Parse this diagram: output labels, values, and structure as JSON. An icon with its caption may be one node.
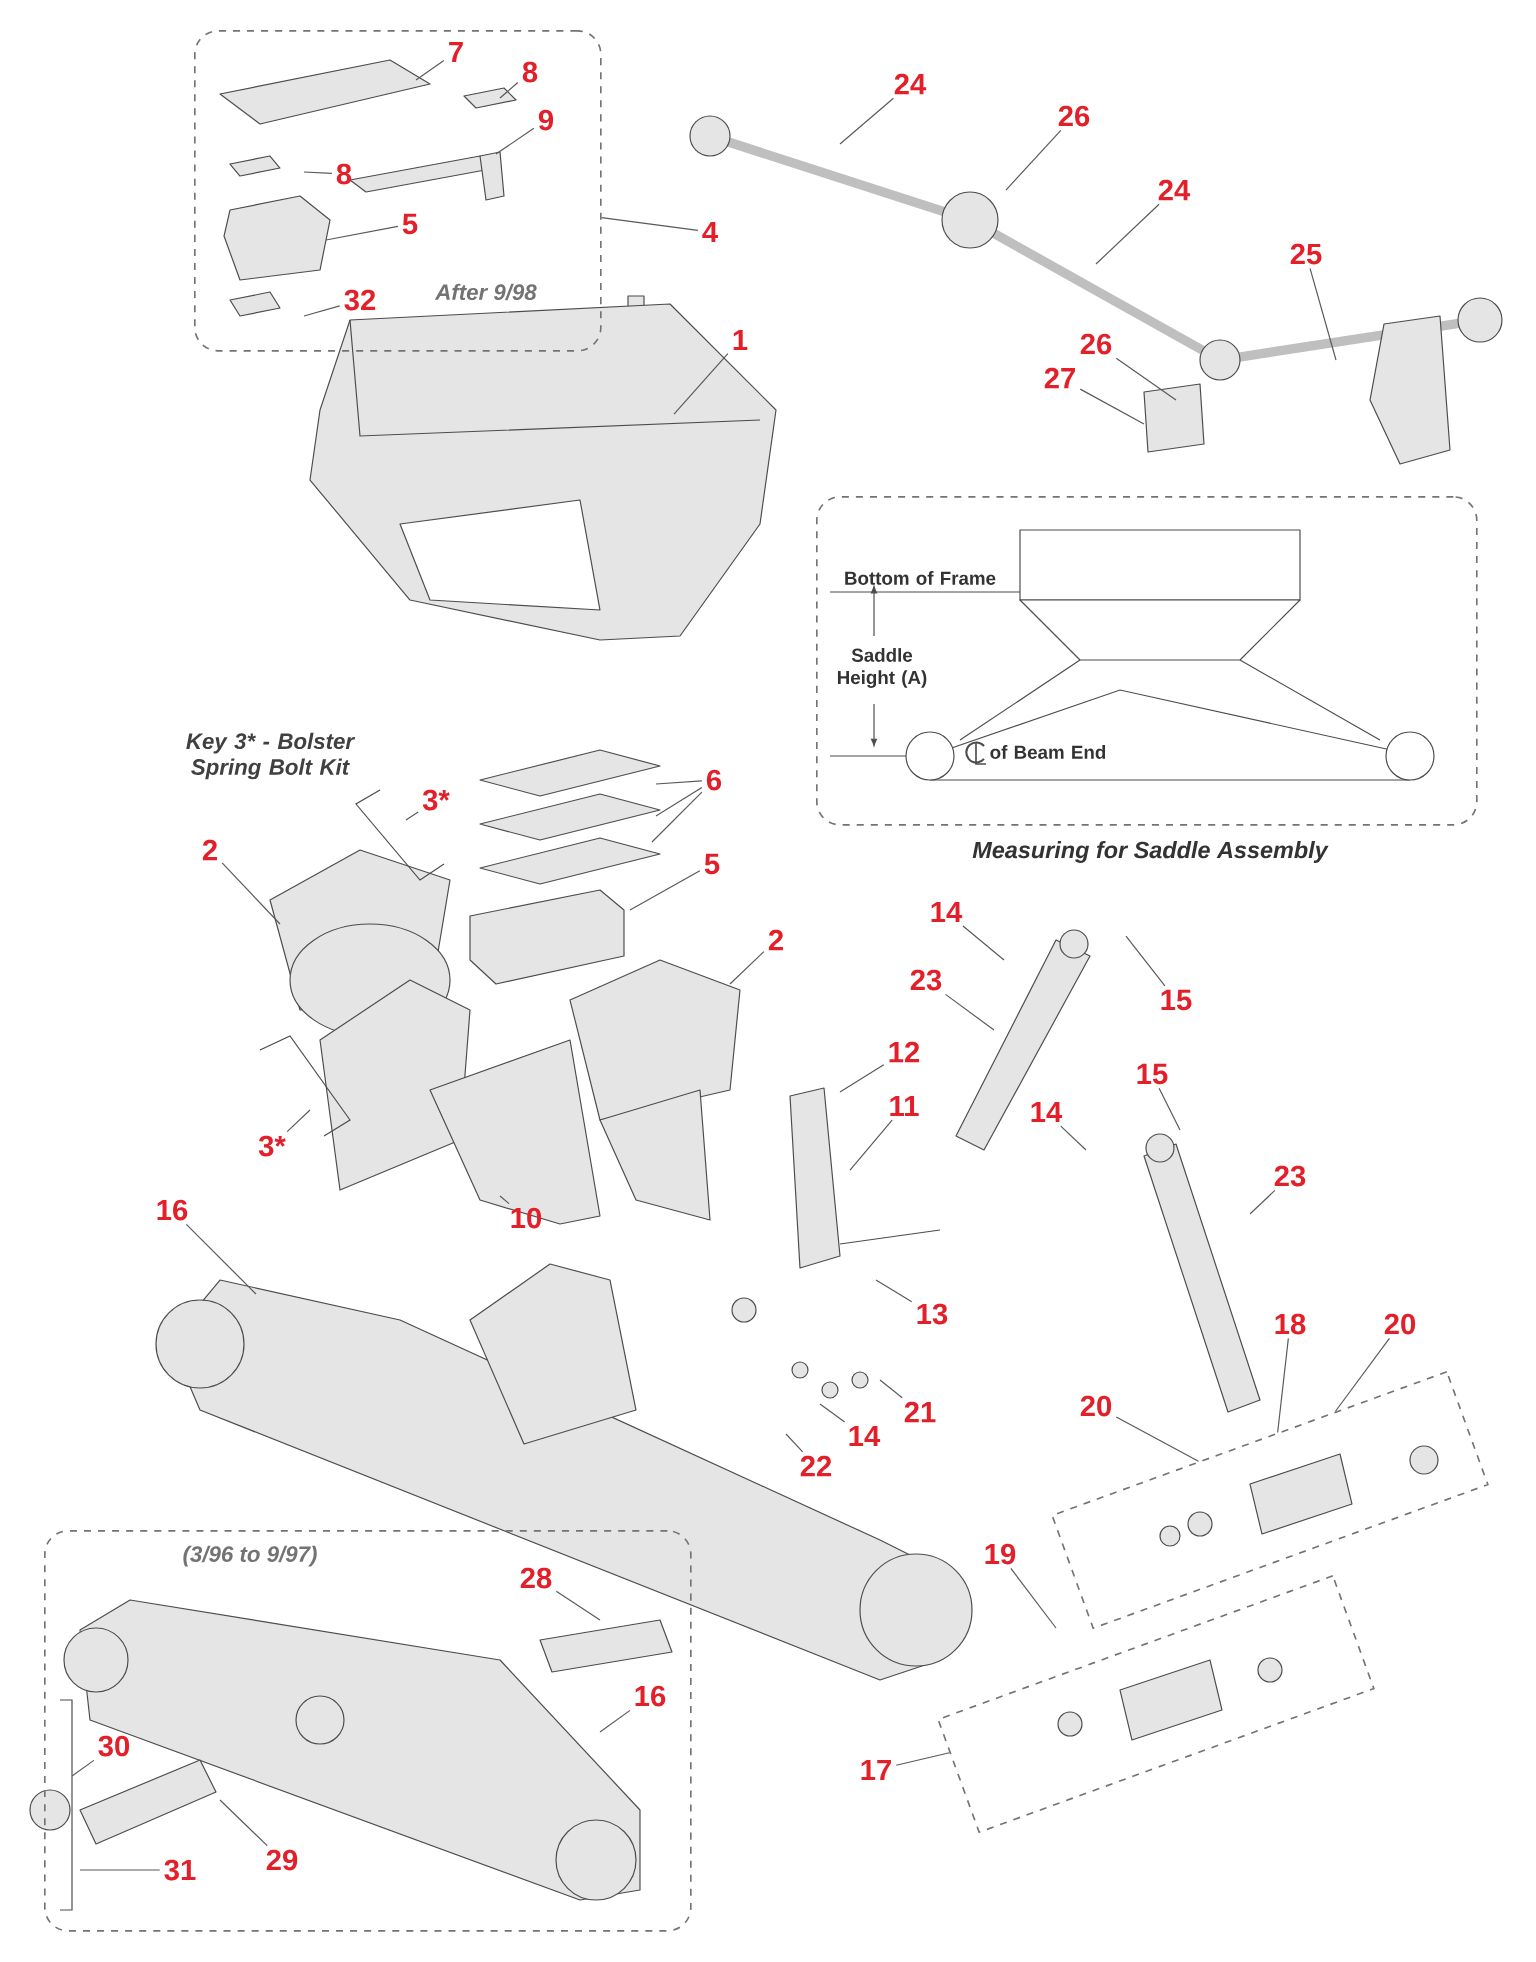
{
  "diagram": {
    "nodes": [
      {
        "text": [
          "After 9/98"
        ]
      },
      {
        "text": [
          "7"
        ],
        "in": 0
      },
      {
        "text": [
          "8"
        ],
        "in": 0
      },
      {
        "text": [
          "9"
        ],
        "in": 0
      },
      {
        "text": [
          "8"
        ],
        "in": 0
      },
      {
        "text": [
          "5"
        ],
        "in": 0
      },
      {
        "text": [
          "32"
        ],
        "in": 0
      },
      {
        "text": [
          "4"
        ]
      },
      {
        "text": [
          "24"
        ]
      },
      {
        "text": [
          "26"
        ]
      },
      {
        "text": [
          "24"
        ]
      },
      {
        "text": [
          "25"
        ]
      },
      {
        "text": [
          "26"
        ]
      },
      {
        "text": [
          "27"
        ]
      },
      {
        "text": [
          "1"
        ]
      },
      {
        "text": [
          "Measuring for Saddle Assembly"
        ]
      },
      {
        "text": [
          "3*"
        ]
      },
      {
        "text": [
          "6"
        ]
      },
      {
        "text": [
          "5"
        ]
      },
      {
        "text": [
          "2"
        ]
      },
      {
        "text": [
          "2"
        ]
      },
      {
        "text": [
          "3*"
        ]
      },
      {
        "text": [
          "14"
        ]
      },
      {
        "text": [
          "15"
        ]
      },
      {
        "text": [
          "23"
        ]
      },
      {
        "text": [
          "14"
        ]
      },
      {
        "text": [
          "15"
        ]
      },
      {
        "text": [
          "23"
        ]
      },
      {
        "text": [
          "12"
        ]
      },
      {
        "text": [
          "11"
        ]
      },
      {
        "text": [
          "16"
        ]
      },
      {
        "text": [
          "10"
        ]
      },
      {
        "text": [
          "13"
        ]
      },
      {
        "text": [
          "21"
        ]
      },
      {
        "text": [
          "14"
        ]
      },
      {
        "text": [
          "22"
        ]
      },
      {
        "text": [
          "18"
        ]
      },
      {
        "text": [
          "20"
        ]
      },
      {
        "text": [
          "20"
        ]
      },
      {
        "text": [],
        "shape": "box"
      },
      {
        "text": [
          "19"
        ]
      },
      {
        "text": [],
        "shape": "box"
      },
      {
        "text": [
          "17"
        ]
      },
      {
        "text": [
          "(3/96 to 9/97)"
        ]
      },
      {
        "text": [
          "28"
        ],
        "in": 43
      },
      {
        "text": [
          "16"
        ],
        "in": 43
      },
      {
        "text": [
          "30"
        ],
        "in": 43
      },
      {
        "text": [
          "31"
        ],
        "in": 43
      },
      {
        "text": [
          "29"
        ],
        "in": 43
      }
    ],
    "edges": [
      {
        "from": 1,
        "to": null,
        "arrow": "none"
      },
      {
        "from": 2,
        "to": null,
        "arrow": "none"
      },
      {
        "from": 3,
        "to": null,
        "arrow": "none"
      },
      {
        "from": 4,
        "to": null,
        "arrow": "none"
      },
      {
        "from": 5,
        "to": null,
        "arrow": "none"
      },
      {
        "from": 6,
        "to": null,
        "arrow": "none"
      },
      {
        "from": 7,
        "to": 0,
        "arrow": "none"
      },
      {
        "from": 8,
        "to": null,
        "arrow": "none"
      },
      {
        "from": 9,
        "to": null,
        "arrow": "none"
      },
      {
        "from": 10,
        "to": null,
        "arrow": "none"
      },
      {
        "from": 11,
        "to": null,
        "arrow": "none"
      },
      {
        "from": 12,
        "to": null,
        "arrow": "none"
      },
      {
        "from": 13,
        "to": null,
        "arrow": "none"
      },
      {
        "from": 14,
        "to": null,
        "arrow": "none"
      },
      {
        "from": 16,
        "to": null,
        "arrow": "none"
      },
      {
        "from": 17,
        "to": null,
        "arrow": "none"
      },
      {
        "from": 17,
        "to": null,
        "arrow": "none"
      },
      {
        "from": 17,
        "to": null,
        "arrow": "none"
      },
      {
        "from": 18,
        "to": null,
        "arrow": "none"
      },
      {
        "from": 19,
        "to": null,
        "arrow": "none"
      },
      {
        "from": 20,
        "to": null,
        "arrow": "none"
      },
      {
        "from": 21,
        "to": null,
        "arrow": "none"
      },
      {
        "from": 22,
        "to": null,
        "arrow": "none"
      },
      {
        "from": 23,
        "to": null,
        "arrow": "none"
      },
      {
        "from": 24,
        "to": null,
        "arrow": "none"
      },
      {
        "from": 25,
        "to": null,
        "arrow": "none"
      },
      {
        "from": 26,
        "to": null,
        "arrow": "none"
      },
      {
        "from": 27,
        "to": null,
        "arrow": "none"
      },
      {
        "from": 28,
        "to": null,
        "arrow": "none"
      },
      {
        "from": 29,
        "to": null,
        "arrow": "none"
      },
      {
        "from": 30,
        "to": null,
        "arrow": "none"
      },
      {
        "from": 31,
        "to": null,
        "arrow": "none"
      },
      {
        "from": 32,
        "to": null,
        "arrow": "none"
      },
      {
        "from": 33,
        "to": null,
        "arrow": "none"
      },
      {
        "from": 34,
        "to": null,
        "arrow": "none"
      },
      {
        "from": 35,
        "to": null,
        "arrow": "none"
      },
      {
        "from": 36,
        "to": 39,
        "arrow": "none"
      },
      {
        "from": 37,
        "to": 39,
        "arrow": "none"
      },
      {
        "from": 38,
        "to": 39,
        "arrow": "none"
      },
      {
        "from": 40,
        "to": null,
        "arrow": "none"
      },
      {
        "from": 42,
        "to": 41,
        "arrow": "none"
      },
      {
        "from": 44,
        "to": null,
        "arrow": "none"
      },
      {
        "from": 45,
        "to": null,
        "arrow": "none"
      },
      {
        "from": 46,
        "to": null,
        "arrow": "none"
      },
      {
        "from": 47,
        "to": null,
        "arrow": "none"
      },
      {
        "from": 48,
        "to": null,
        "arrow": "none"
      }
    ],
    "labels": [
      "Key 3* - Bolster Spring Bolt Kit",
      "Bottom of Frame",
      "Saddle Height (A)",
      "of Beam End"
    ]
  }
}
